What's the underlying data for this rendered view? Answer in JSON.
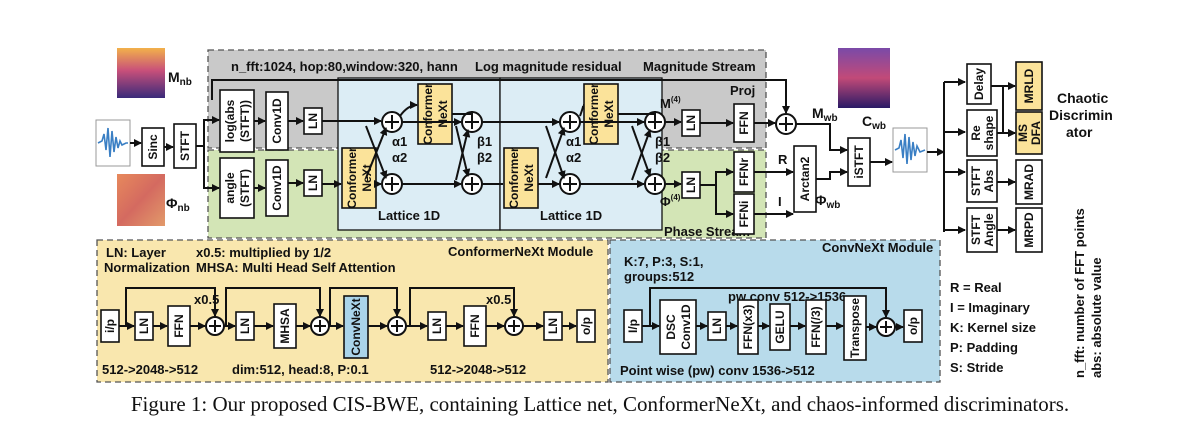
{
  "top": {
    "stft_params": "n_fft:1024, hop:80,window:320, hann",
    "log_mag_residual": "Log magnitude residual",
    "magnitude_stream": "Magnitude Stream",
    "phase_stream": "Phase Stream",
    "proj": "Proj",
    "m_nb": "M",
    "m_nb_sub": "nb",
    "phi_nb": "Φ",
    "phi_nb_sub": "nb",
    "m_wb": "M",
    "m_wb_sub": "wb",
    "phi_wb": "Φ",
    "phi_wb_sub": "wb",
    "c_wb": "C",
    "c_wb_sub": "wb",
    "sinc": "Sinc",
    "stft": "STFT",
    "log_abs_1": "log(abs",
    "log_abs_2": "(STFT))",
    "angle_1": "angle",
    "angle_2": "(STFT)",
    "conv1d": "Conv1D",
    "ln": "LN",
    "conformer_1": "Conformer",
    "conformer_2": "NeXt",
    "lattice": "Lattice 1D",
    "alpha1": "α1",
    "alpha2": "α2",
    "beta1": "β1",
    "beta2": "β2",
    "m4": "M",
    "phi4": "Φ",
    "sup4": "(4)",
    "ffn": "FFN",
    "ffnr": "FFNr",
    "ffni": "FFNi",
    "r": "R",
    "i": "I",
    "arctan2": "Arctan2",
    "istft": "iSTFT"
  },
  "disc": {
    "delay": "Delay",
    "reshape_1": "Re",
    "reshape_2": "shape",
    "stft_abs_1": "STFT",
    "stft_abs_2": "Abs",
    "stft_angle_1": "STFT",
    "stft_angle_2": "Angle",
    "mrld": "MRLD",
    "msdfa_1": "MS",
    "msdfa_2": "DFA",
    "mrad": "MRAD",
    "mrpd": "MRPD",
    "chaotic_1": "Chaotic",
    "chaotic_2": "Discrimin",
    "chaotic_3": "ator"
  },
  "conformer_module": {
    "title": "ConformerNeXt Module",
    "ln_def_1": "LN: Layer",
    "ln_def_2": "Normalization",
    "x05_def": "x0.5: multiplied by 1/2",
    "mhsa_def": "MHSA: Multi Head Self Attention",
    "ip": "i/p",
    "op": "o/p",
    "ln": "LN",
    "ffn": "FFN",
    "mhsa": "MHSA",
    "convnext": "ConvNeXt",
    "x05": "x0.5",
    "ffn1_dims": "512->2048->512",
    "mhsa_params": "dim:512, head:8, P:0.1",
    "ffn2_dims": "512->2048->512"
  },
  "convnext_module": {
    "title": "ConvNeXt Module",
    "params_1": "K:7, P:3, S:1,",
    "params_2": "groups:512",
    "pw_conv_top": "pw conv 512->1536",
    "pw_conv_bottom": "Point wise (pw) conv 1536->512",
    "ip": "I/p",
    "op": "o/p",
    "dsc_1": "DSC",
    "dsc_2": "Conv1D",
    "ln": "LN",
    "ffn_x3": "FFN(x3)",
    "gelu": "GELU",
    "ffn_div3": "FFN(/3)",
    "transpose": "Transpose"
  },
  "legend": {
    "real": "R = Real",
    "imag": "I = Imaginary",
    "kernel": "K: Kernel size",
    "padding": "P: Padding",
    "stride": "S: Stride",
    "nfft_1": "n_fft: number of FFT points",
    "nfft_2": "abs: absolute value"
  },
  "caption": "Figure 1: Our proposed CIS-BWE, containing Lattice net, ConformerNeXt, and chaos-informed discriminators."
}
